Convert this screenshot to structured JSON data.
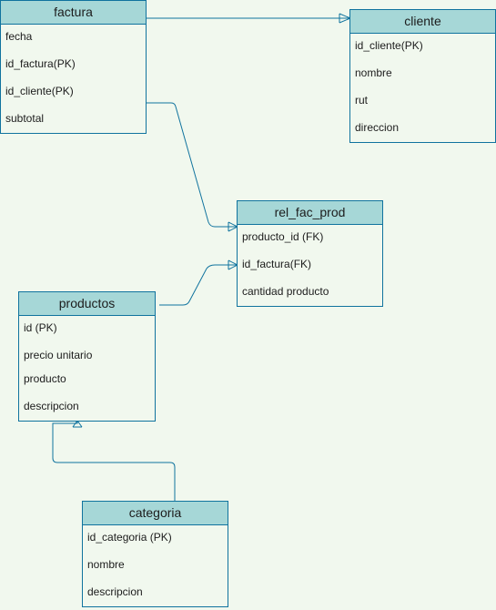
{
  "diagram": {
    "entities": {
      "factura": {
        "title": "factura",
        "attributes": [
          "fecha",
          "id_factura(PK)",
          "id_cliente(PK)",
          "subtotal"
        ]
      },
      "cliente": {
        "title": "cliente",
        "attributes": [
          "id_cliente(PK)",
          "nombre",
          "rut",
          "direccion"
        ]
      },
      "rel_fac_prod": {
        "title": "rel_fac_prod",
        "attributes": [
          "producto_id (FK)",
          "id_factura(FK)",
          "cantidad producto"
        ]
      },
      "productos": {
        "title": "productos",
        "attributes": [
          "id (PK)",
          "precio unitario",
          "producto",
          "descripcion"
        ]
      },
      "categoria": {
        "title": "categoria",
        "attributes": [
          "id_categoria (PK)",
          "nombre",
          "descripcion"
        ]
      }
    },
    "relationships": [
      {
        "from": "factura",
        "to": "cliente",
        "end_marker": "crow-foot"
      },
      {
        "from": "factura",
        "to": "rel_fac_prod",
        "end_marker": "crow-foot"
      },
      {
        "from": "productos",
        "to": "rel_fac_prod",
        "end_marker": "crow-foot"
      },
      {
        "from": "categoria",
        "to": "productos",
        "end_marker": "crow-foot"
      }
    ],
    "colors": {
      "background": "#f1f8ee",
      "header_fill": "#a6d7d7",
      "stroke": "#10739e",
      "text": "#1c1c1c"
    }
  }
}
